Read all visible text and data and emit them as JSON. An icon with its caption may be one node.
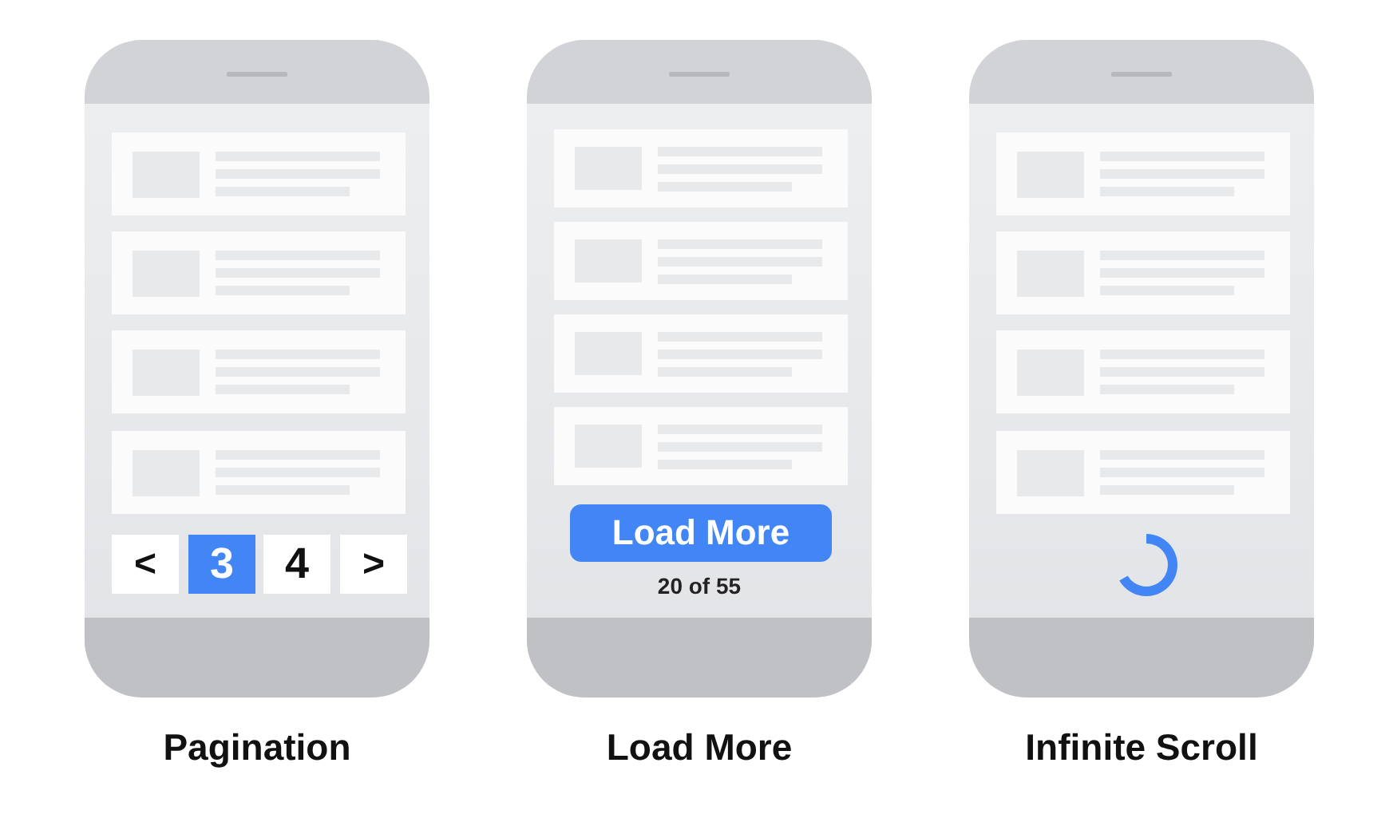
{
  "diagram": {
    "nodes": [
      {
        "text": [
          "Pagination"
        ]
      },
      {
        "text": [
          "<"
        ],
        "in": 0
      },
      {
        "text": [
          "3"
        ],
        "in": 0
      },
      {
        "text": [
          "4"
        ],
        "in": 0
      },
      {
        "text": [
          ">"
        ],
        "in": 0
      },
      {
        "text": [
          "Load More"
        ]
      },
      {
        "text": [
          "Load More"
        ],
        "in": 5,
        "beside": [
          "20 of 55"
        ]
      },
      {
        "text": [
          "Infinite Scroll"
        ]
      }
    ]
  }
}
